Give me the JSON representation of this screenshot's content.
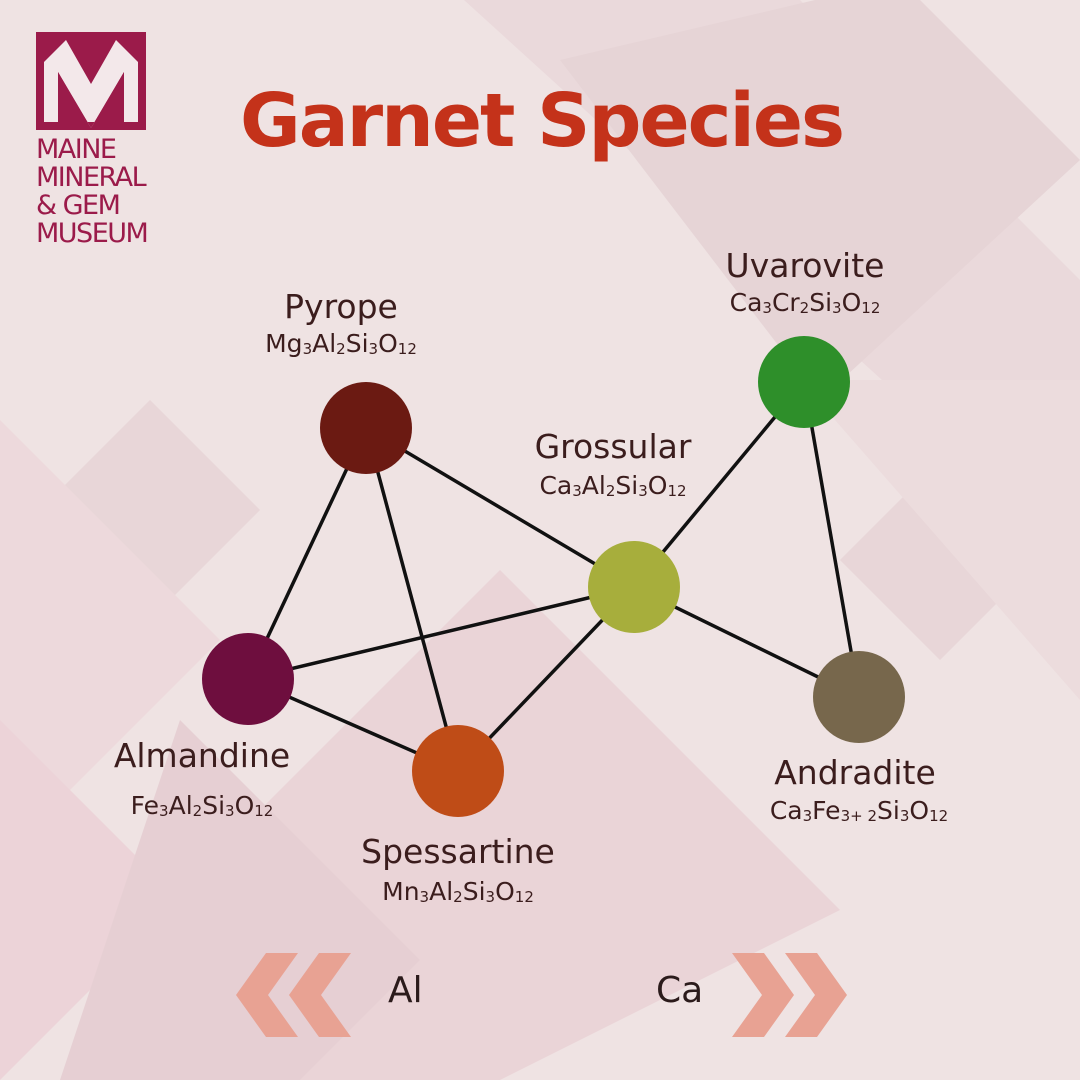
{
  "logo": {
    "lines": [
      "MAINE",
      "MINERAL",
      "& GEM",
      "MUSEUM"
    ]
  },
  "title": "Garnet Species",
  "species": [
    {
      "id": "pyrope",
      "name": "Pyrope",
      "formula": [
        [
          "Mg",
          "3"
        ],
        [
          "Al",
          "2"
        ],
        [
          "Si",
          "3"
        ],
        [
          "O",
          "12"
        ]
      ],
      "color": "#6b1a12"
    },
    {
      "id": "uvarovite",
      "name": "Uvarovite",
      "formula": [
        [
          "Ca",
          "3"
        ],
        [
          "Cr",
          "2"
        ],
        [
          "Si",
          "3"
        ],
        [
          "O",
          "12"
        ]
      ],
      "color": "#2e8f2a"
    },
    {
      "id": "grossular",
      "name": "Grossular",
      "formula": [
        [
          "Ca",
          "3"
        ],
        [
          "Al",
          "2"
        ],
        [
          "Si",
          "3"
        ],
        [
          "O",
          "12"
        ]
      ],
      "color": "#a7ae3c"
    },
    {
      "id": "almandine",
      "name": "Almandine",
      "formula": [
        [
          "Fe",
          "3"
        ],
        [
          "Al",
          "2"
        ],
        [
          "Si",
          "3"
        ],
        [
          "O",
          "12"
        ]
      ],
      "color": "#6e0e3e"
    },
    {
      "id": "spessartine",
      "name": "Spessartine",
      "formula": [
        [
          "Mn",
          "3"
        ],
        [
          "Al",
          "2"
        ],
        [
          "Si",
          "3"
        ],
        [
          "O",
          "12"
        ]
      ],
      "color": "#bf4c17"
    },
    {
      "id": "andradite",
      "name": "Andradite",
      "formula": [
        [
          "Ca",
          "3"
        ],
        [
          "Fe",
          "3+ 2"
        ],
        [
          "Si",
          "3"
        ],
        [
          "O",
          "12"
        ]
      ],
      "color": "#77674c"
    }
  ],
  "connections": [
    [
      "pyrope",
      "grossular"
    ],
    [
      "pyrope",
      "almandine"
    ],
    [
      "pyrope",
      "spessartine"
    ],
    [
      "almandine",
      "grossular"
    ],
    [
      "almandine",
      "spessartine"
    ],
    [
      "spessartine",
      "grossular"
    ],
    [
      "grossular",
      "uvarovite"
    ],
    [
      "grossular",
      "andradite"
    ],
    [
      "uvarovite",
      "andradite"
    ]
  ],
  "axis": {
    "left_label": "Al",
    "right_label": "Ca",
    "arrow_color": "#e8a293"
  }
}
